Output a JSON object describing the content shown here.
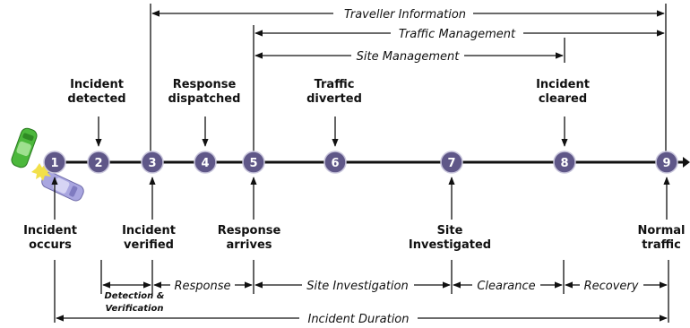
{
  "phases_top": {
    "traveller_information": "Traveller Information",
    "traffic_management": "Traffic Management",
    "site_management": "Site Management"
  },
  "top_events": {
    "incident_detected": [
      "Incident",
      "detected"
    ],
    "response_dispatched": [
      "Response",
      "dispatched"
    ],
    "traffic_diverted": [
      "Traffic",
      "diverted"
    ],
    "incident_cleared": [
      "Incident",
      "cleared"
    ]
  },
  "bottom_events": {
    "incident_occurs": [
      "Incident",
      "occurs"
    ],
    "incident_verified": [
      "Incident",
      "verified"
    ],
    "response_arrives": [
      "Response",
      "arrives"
    ],
    "site_investigated": [
      "Site",
      "Investigated"
    ],
    "normal_traffic": [
      "Normal",
      "traffic"
    ]
  },
  "nodes": [
    "1",
    "2",
    "3",
    "4",
    "5",
    "6",
    "7",
    "8",
    "9"
  ],
  "phases_bottom": {
    "detection_verification": [
      "Detection &",
      "Verification"
    ],
    "response": "Response",
    "site_investigation": "Site Investigation",
    "clearance": "Clearance",
    "recovery": "Recovery"
  },
  "incident_duration": "Incident Duration",
  "colors": {
    "node_fill": "#5f5788",
    "line": "#111111",
    "car_green": "#4cb83c",
    "car_blue": "#9c98d8"
  },
  "icons": [
    "crashed-cars-icon"
  ]
}
